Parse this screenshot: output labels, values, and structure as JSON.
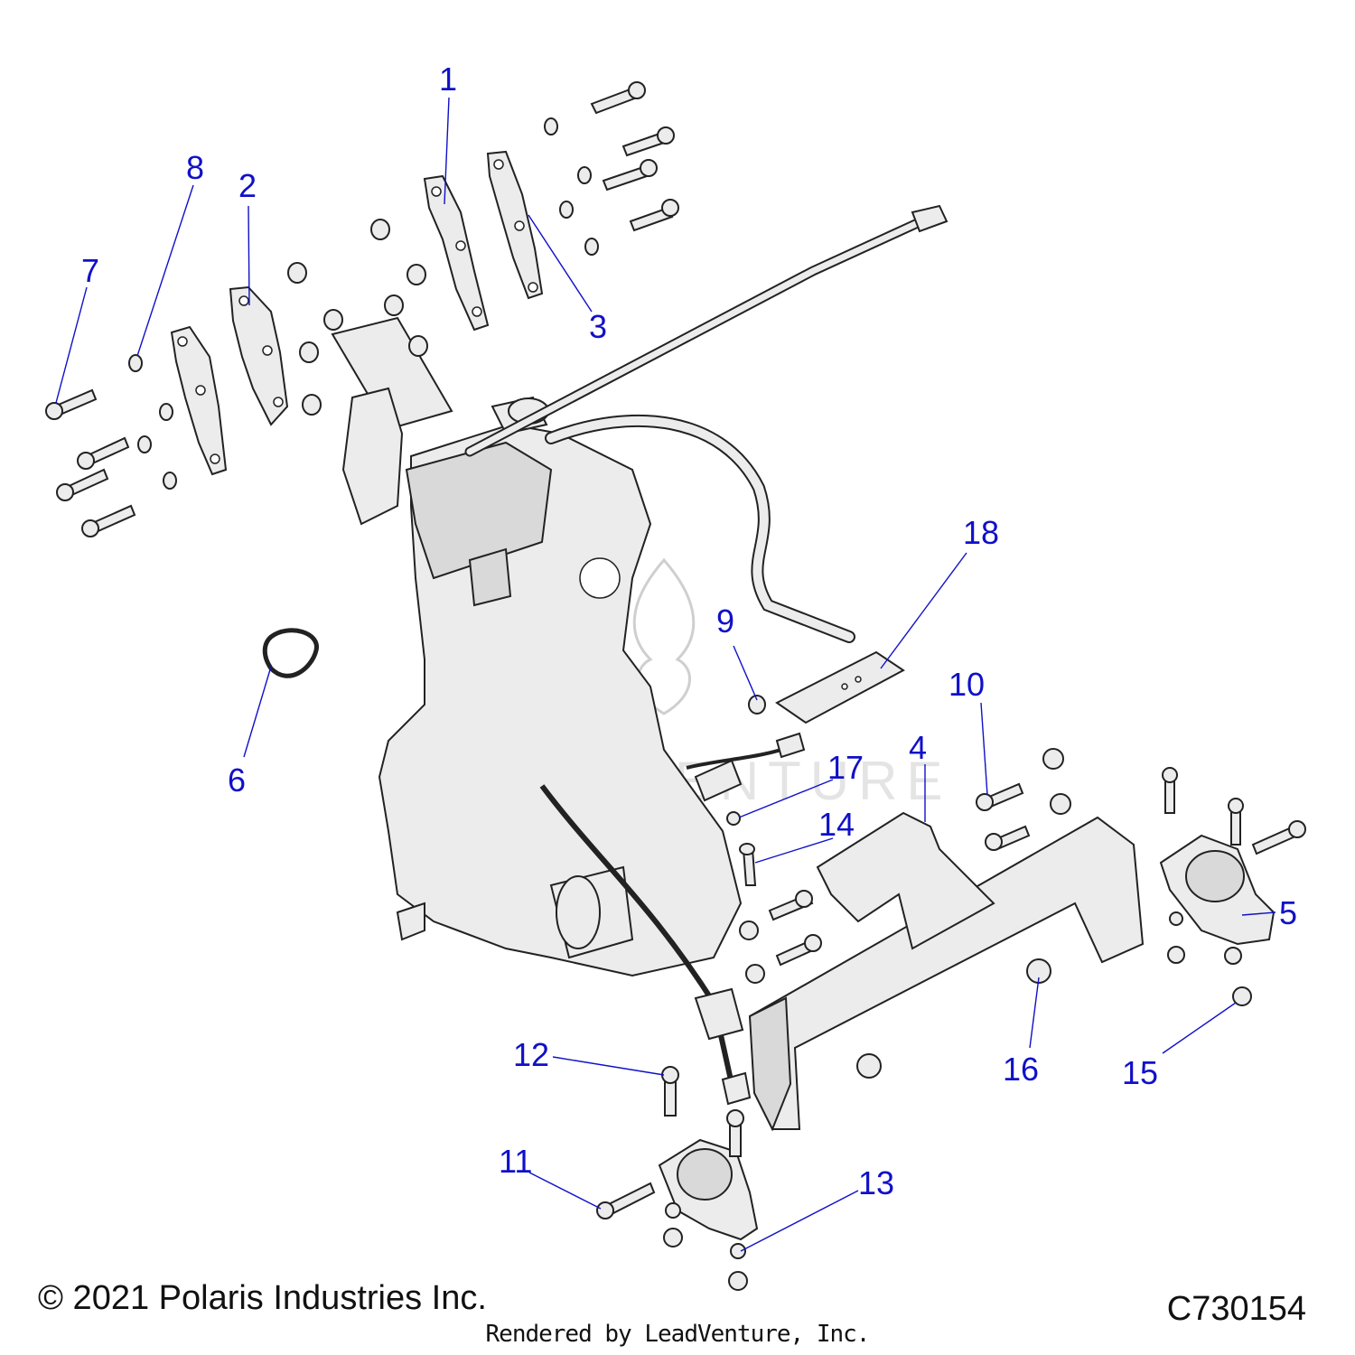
{
  "diagram": {
    "callouts": [
      "1",
      "2",
      "3",
      "4",
      "5",
      "6",
      "7",
      "8",
      "9",
      "10",
      "11",
      "12",
      "13",
      "14",
      "15",
      "16",
      "17",
      "18"
    ]
  },
  "watermark": {
    "text": "LEADVENTURE"
  },
  "footer": {
    "copyright": "© 2021 Polaris Industries Inc.",
    "code": "C730154",
    "rendered": "Rendered by LeadVenture, Inc."
  },
  "colors": {
    "callout": "#1010c8",
    "line": "#222222",
    "part_fill": "#ececec"
  }
}
